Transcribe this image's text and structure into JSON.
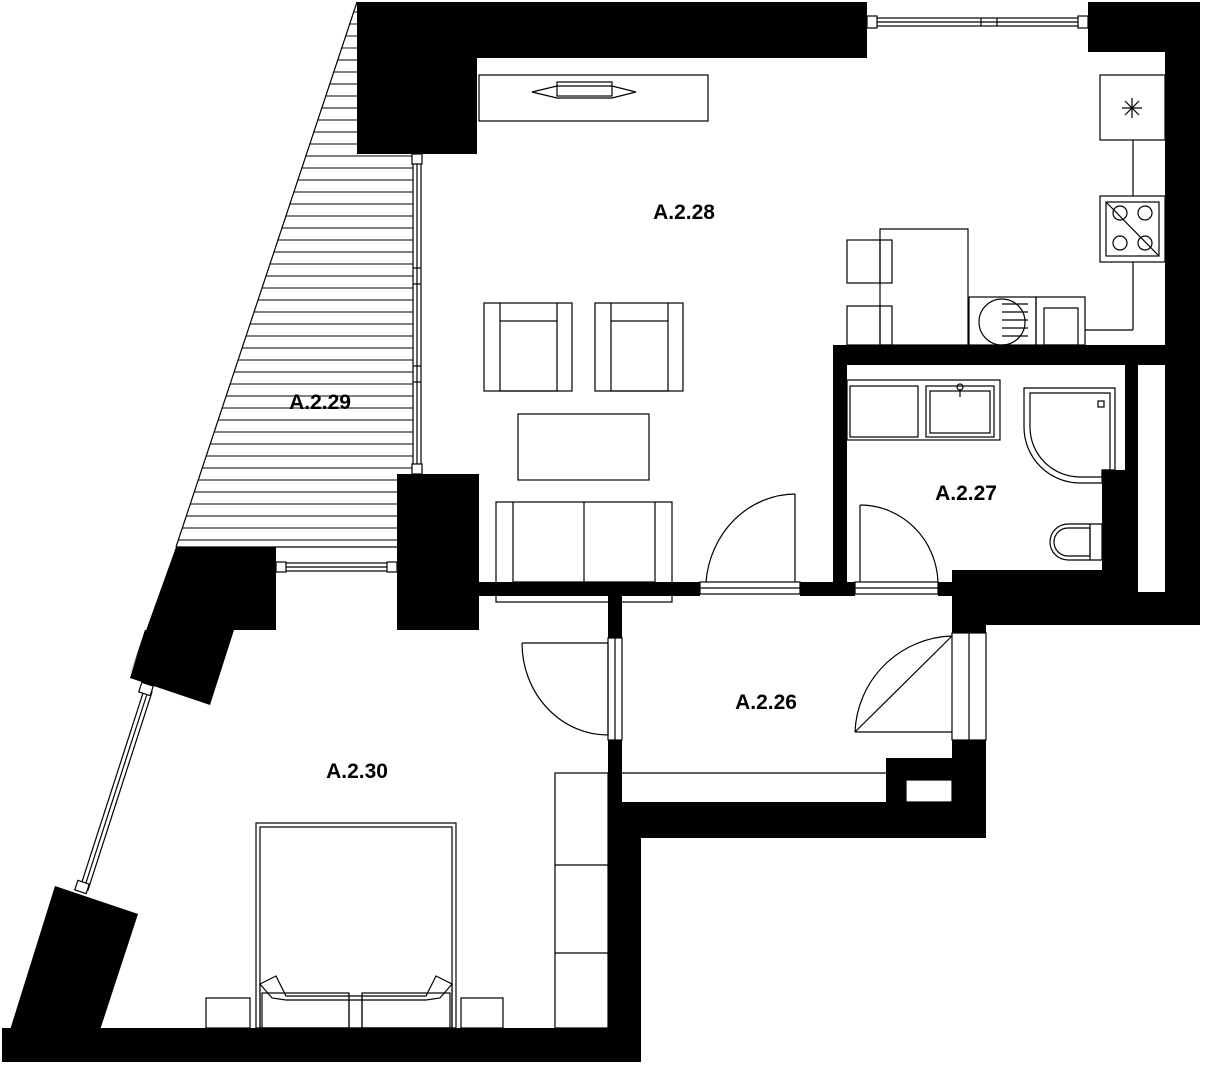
{
  "plan": {
    "rooms": [
      {
        "id": "living",
        "label": "A.2.28"
      },
      {
        "id": "terrace",
        "label": "A.2.29"
      },
      {
        "id": "bathroom",
        "label": "A.2.27"
      },
      {
        "id": "hall",
        "label": "A.2.26"
      },
      {
        "id": "bedroom",
        "label": "A.2.30"
      }
    ]
  }
}
